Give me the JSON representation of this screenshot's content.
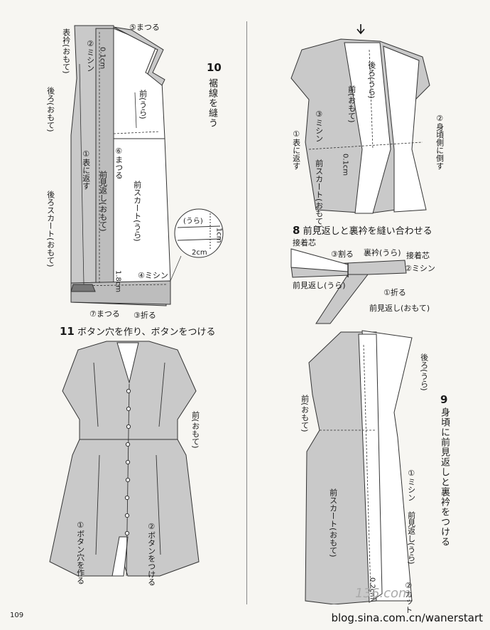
{
  "page_number": "109",
  "watermark": "blog.sina.com.cn/wanerstart",
  "watermark_faded": "136.com",
  "step10": {
    "number": "10",
    "title": "裾線を縫う",
    "labels": {
      "matsuru5": "⑤まつる",
      "omoteeri": "表衿(おもて)",
      "mishin2": "②ミシン",
      "cm01": "0.1cm",
      "ushiro": "後ろ(おもて)",
      "mae_ura": "前(うら)",
      "omote_kaesu": "①表に返す",
      "matsuru6": "⑥まつる",
      "ushiro_skirt": "後ろスカート(おもて)",
      "mae_mikaeshi": "前見返し(おもて)",
      "mae_skirt": "前スカート(うら)",
      "ura": "(うら)",
      "cm1": "1cm",
      "cm2": "2cm",
      "cm18": "1.8cm",
      "mishin4": "④ミシン",
      "matsuru7": "⑦まつる",
      "oru3": "③折る"
    }
  },
  "step11": {
    "number": "11",
    "title": "ボタン穴を作り、ボタンをつける",
    "labels": {
      "mae_omote": "前(おもて)",
      "buttonhole": "①ボタン穴を作る",
      "button": "②ボタンをつける"
    }
  },
  "step_top_right": {
    "labels": {
      "ushiro_ura": "後ろ(うら)",
      "mae_omote": "前(おもて)",
      "mishin3": "③ミシン",
      "omote_kaesu": "①表に返す",
      "cm01": "0.1cm",
      "mae_skirt": "前スカート(おもて)",
      "mikoro": "②身頃側に倒す"
    }
  },
  "step8": {
    "number": "8",
    "title": "前見返しと裏衿を縫い合わせる",
    "labels": {
      "secchakushin1": "接着芯",
      "waru3": "③割る",
      "urieri": "裏衿(うら)",
      "secchakushin2": "接着芯",
      "mishin2": "②ミシン",
      "mae_mikaeshi_ura": "前見返し(うら)",
      "oru1": "①折る",
      "mae_mikaeshi_omote": "前見返し(おもて)"
    }
  },
  "step9": {
    "number": "9",
    "title": "身頃に前見返しと裏衿をつける",
    "labels": {
      "ushiro_ura": "後ろ(うら)",
      "mae_omote": "前(おもて)",
      "mishin1": "①ミシン",
      "mae_skirt": "前スカート(おもて)",
      "mae_mikaeshi_ura": "前見返し(うら)",
      "cm02": "0.2cm",
      "cut2": "②カット"
    }
  }
}
